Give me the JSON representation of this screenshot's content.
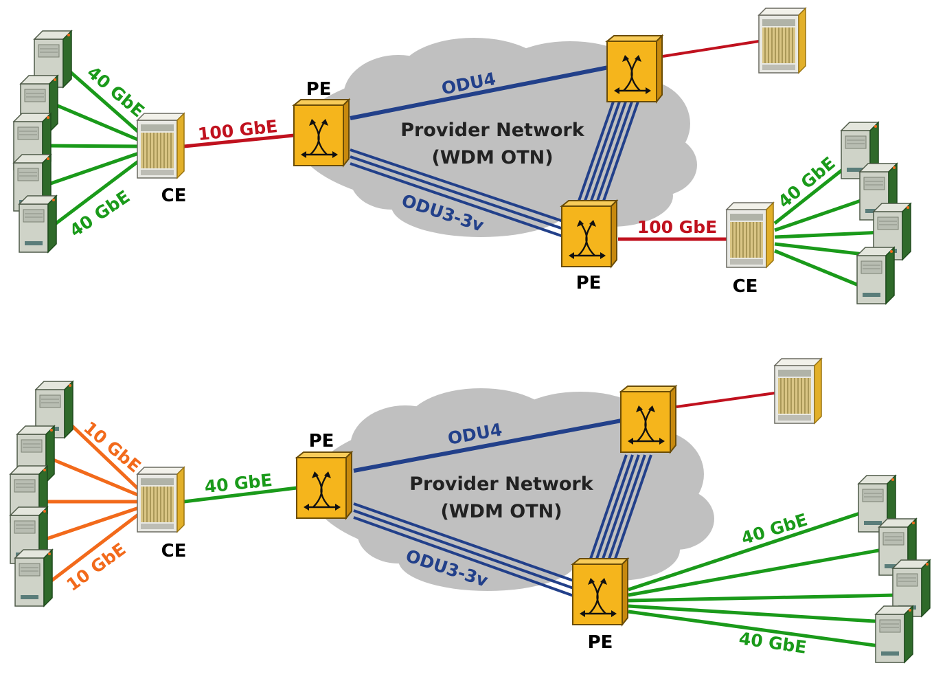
{
  "colors": {
    "green": "#1a9a1a",
    "red": "#c0111e",
    "orange": "#f26a1b",
    "blue": "#22408a",
    "cloud": "#c0c0c0",
    "router_fill": "#f5b51c",
    "server_body": "#2f6a2a"
  },
  "icons": {
    "server": "server-tower-icon",
    "ce": "ce-switch-icon",
    "pe": "pe-router-icon"
  },
  "top": {
    "ce_label": "CE",
    "pe1_label": "PE",
    "pe2_label": "PE",
    "ce2_label": "CE",
    "cloud_title": "Provider Network",
    "cloud_subtitle": "(WDM OTN)",
    "odu4_label": "ODU4",
    "odu3_label": "ODU3-3v",
    "left_links_label_a": "40 GbE",
    "left_links_label_b": "40 GbE",
    "uplink_label": "100 GbE",
    "right_uplink_label": "100 GbE",
    "right_links_label": "40 GbE"
  },
  "bottom": {
    "ce_label": "CE",
    "pe1_label": "PE",
    "pe2_label": "PE",
    "cloud_title": "Provider Network",
    "cloud_subtitle": "(WDM OTN)",
    "odu4_label": "ODU4",
    "odu3_label": "ODU3-3v",
    "left_links_label_a": "10 GbE",
    "left_links_label_b": "10 GbE",
    "uplink_label": "40 GbE",
    "right_links_label_a": "40 GbE",
    "right_links_label_b": "40 GbE"
  }
}
